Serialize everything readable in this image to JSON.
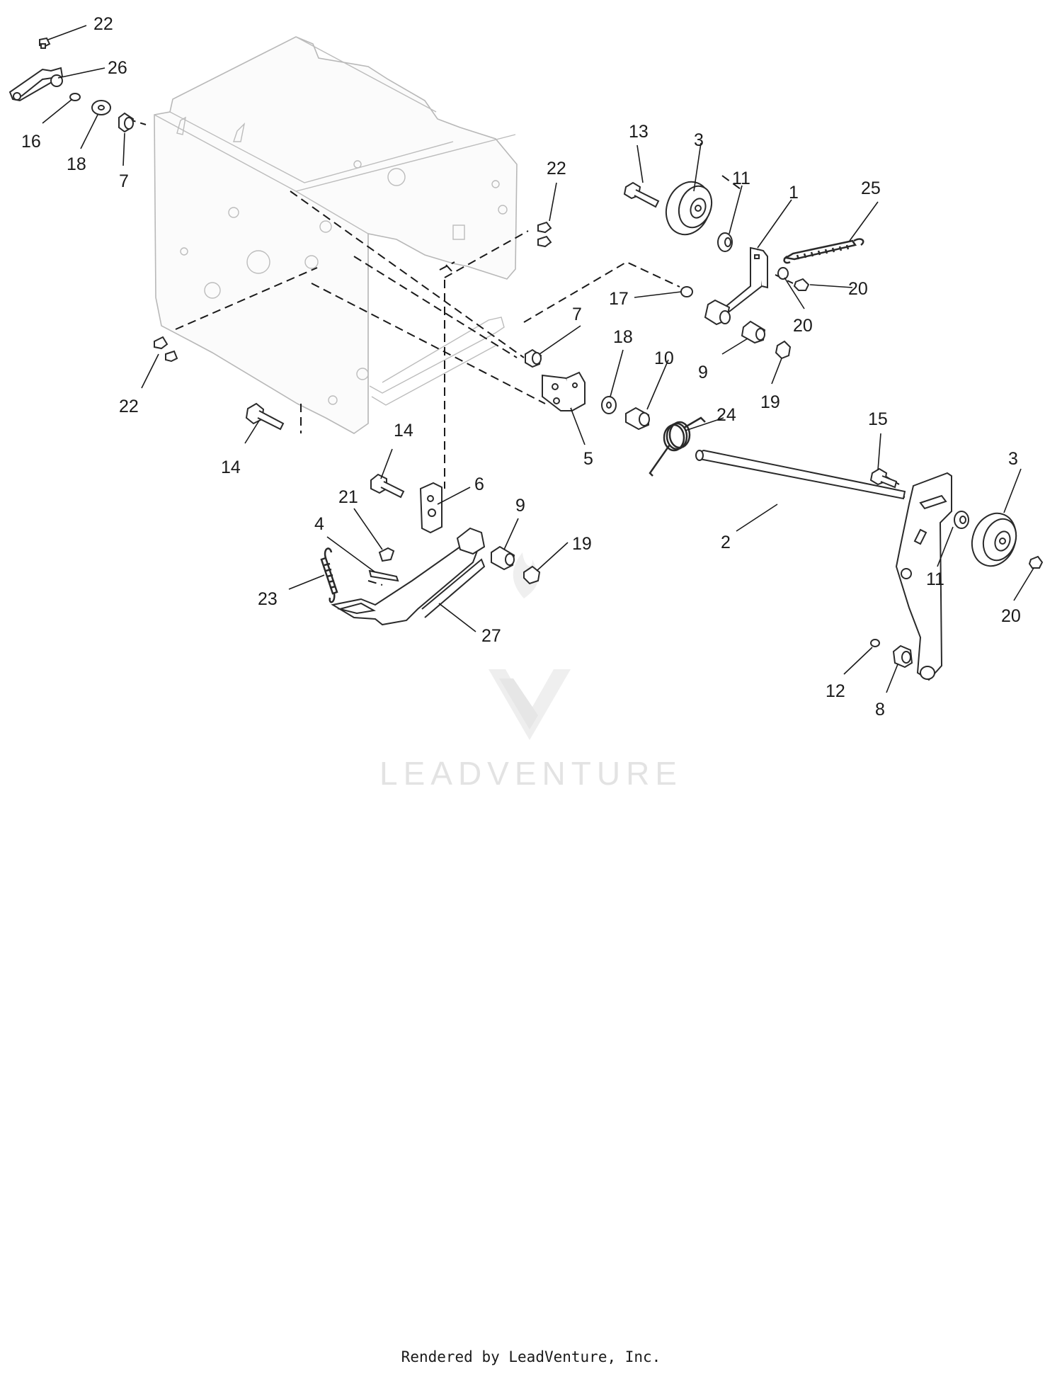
{
  "diagram": {
    "callouts": [
      "22",
      "26",
      "16",
      "18",
      "7",
      "13",
      "3",
      "11",
      "1",
      "25",
      "22",
      "17",
      "20",
      "7",
      "20",
      "18",
      "10",
      "9",
      "19",
      "22",
      "24",
      "5",
      "14",
      "15",
      "3",
      "14",
      "6",
      "21",
      "9",
      "19",
      "4",
      "2",
      "11",
      "20",
      "23",
      "27",
      "12",
      "8"
    ]
  },
  "watermark": {
    "brand": "LEADVENTURE"
  },
  "footer": {
    "credit": "Rendered by LeadVenture, Inc."
  }
}
